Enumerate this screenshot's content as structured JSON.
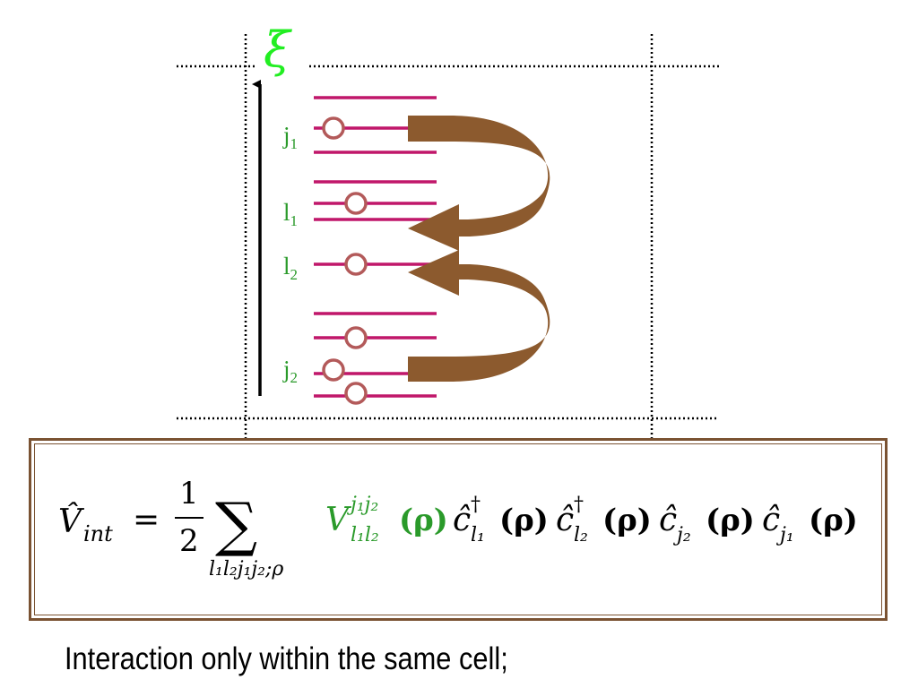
{
  "axis": {
    "symbol": "ξ",
    "color": "#22ee22"
  },
  "level_labels": [
    {
      "letter": "j",
      "sub": "1"
    },
    {
      "letter": "l",
      "sub": "1"
    },
    {
      "letter": "l",
      "sub": "2"
    },
    {
      "letter": "j",
      "sub": "2"
    }
  ],
  "colors": {
    "level_line": "#c0176a",
    "particle": "#b35a5a",
    "arrow": "#8c5a2e",
    "label": "#2a9a2a",
    "box_border": "#7a5232"
  },
  "formula": {
    "lhs": "V̂",
    "lhs_sub": "int",
    "equals": "=",
    "frac_num": "1",
    "frac_den": "2",
    "sum": "∑",
    "sum_sub": "l₁l₂j₁j₂;ρ",
    "V": "V",
    "V_sup": "j₁j₂",
    "V_sub": "l₁l₂",
    "rho_arg": "(ρ)",
    "operators": "ĉ†l₁(ρ)ĉ†l₂(ρ)ĉj₂(ρ)ĉj₁(ρ)",
    "op1": "ĉ",
    "op1_sup": "†",
    "op1_sub": "l₁",
    "op2": "ĉ",
    "op2_sup": "†",
    "op2_sub": "l₂",
    "op3": "ĉ",
    "op3_sub": "j₂",
    "op4": "ĉ",
    "op4_sub": "j₁",
    "arg": "(ρ)"
  },
  "caption": "Interaction only within the same cell;"
}
